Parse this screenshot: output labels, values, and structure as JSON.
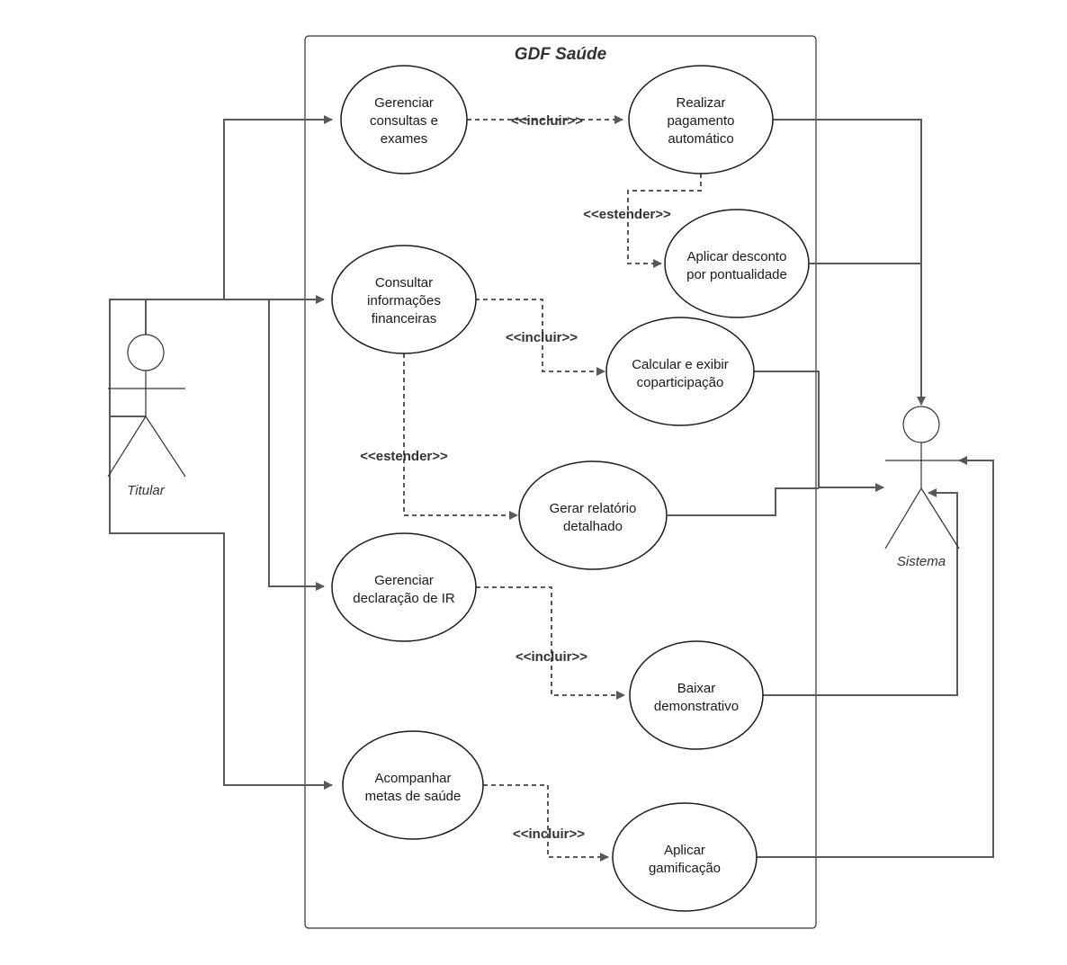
{
  "system": {
    "title": "GDF Saúde"
  },
  "actors": {
    "titular": {
      "name": "Titular"
    },
    "sistema": {
      "name": "Sistema"
    }
  },
  "use_cases": {
    "gerenciar_consultas": {
      "lines": [
        "Gerenciar",
        "consultas e",
        "exames"
      ]
    },
    "realizar_pagamento": {
      "lines": [
        "Realizar",
        "pagamento",
        "automático"
      ]
    },
    "aplicar_desconto": {
      "lines": [
        "Aplicar desconto",
        "por pontualidade"
      ]
    },
    "consultar_info": {
      "lines": [
        "Consultar",
        "informações",
        "financeiras"
      ]
    },
    "calcular_coparticipacao": {
      "lines": [
        "Calcular e exibir",
        "coparticipação"
      ]
    },
    "gerar_relatorio": {
      "lines": [
        "Gerar relatório",
        "detalhado"
      ]
    },
    "gerenciar_ir": {
      "lines": [
        "Gerenciar",
        "declaração de IR"
      ]
    },
    "baixar_demonstrativo": {
      "lines": [
        "Baixar",
        "demonstrativo"
      ]
    },
    "acompanhar_metas": {
      "lines": [
        "Acompanhar",
        "metas de saúde"
      ]
    },
    "aplicar_gamificacao": {
      "lines": [
        "Aplicar",
        "gamificação"
      ]
    }
  },
  "relationships": {
    "include_1": "<<incluir>>",
    "extend_1": "<<estender>>",
    "include_2": "<<incluir>>",
    "extend_2": "<<estender>>",
    "include_3": "<<incluir>>",
    "include_4": "<<incluir>>"
  }
}
